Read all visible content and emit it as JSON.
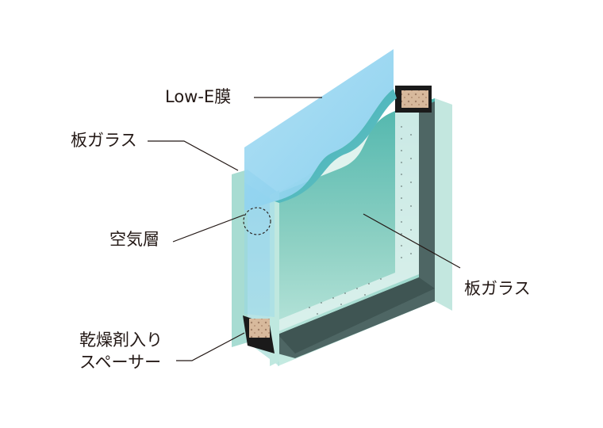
{
  "labels": {
    "low_e_film": "Low-E膜",
    "sheet_glass_outer": "板ガラス",
    "air_layer": "空気層",
    "sheet_glass_inner": "板ガラス",
    "spacer_line1": "乾燥剤入り",
    "spacer_line2": "スペーサー"
  },
  "colors": {
    "low_e_film": "#8fd3f0",
    "glass_face": "#a6ddd3",
    "glass_edge": "#5fbfb0",
    "frame_dark": "#4e6664",
    "spacer_black": "#1a1a1a",
    "desiccant": "#c9a889",
    "leader_line": "#231815"
  }
}
